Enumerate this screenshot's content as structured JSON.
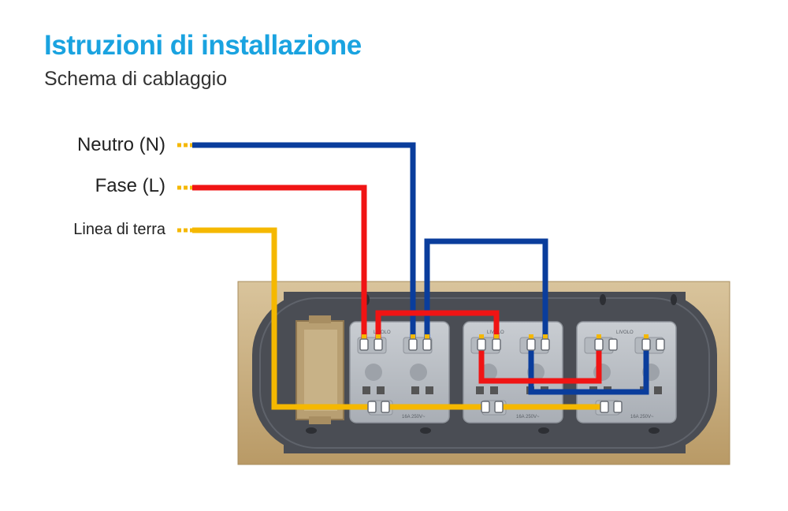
{
  "header": {
    "title": "Istruzioni di installazione",
    "subtitle": "Schema di cablaggio"
  },
  "wires": {
    "neutral": {
      "label": "Neutro (N)",
      "color": "#0a3d9c"
    },
    "phase": {
      "label": "Fase (L)",
      "color": "#f01414"
    },
    "earth": {
      "label": "Linea di terra",
      "color": "#f5b800"
    }
  },
  "frame": {
    "color": "#c8b084",
    "back_color": "#4a4d54"
  },
  "sockets": {
    "brand": "LIVOLO",
    "rating": "16A 250V~",
    "count": 3
  }
}
